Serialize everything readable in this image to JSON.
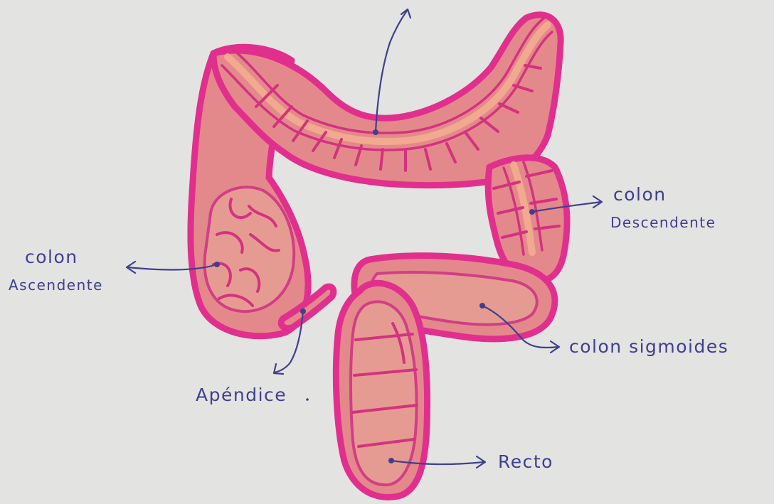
{
  "labels": {
    "transverse": "",
    "ascending_line1": "colon",
    "ascending_line2": "Ascendente",
    "descending_line1": "colon",
    "descending_line2": "Descendente",
    "sigmoid": "colon sigmoides",
    "appendix": "Apéndice",
    "rectum": "Recto"
  },
  "colors": {
    "background": "#e3e3e1",
    "outline": "#e12f8e",
    "fill": "#e4898b",
    "ink": "#3e3f8f"
  }
}
